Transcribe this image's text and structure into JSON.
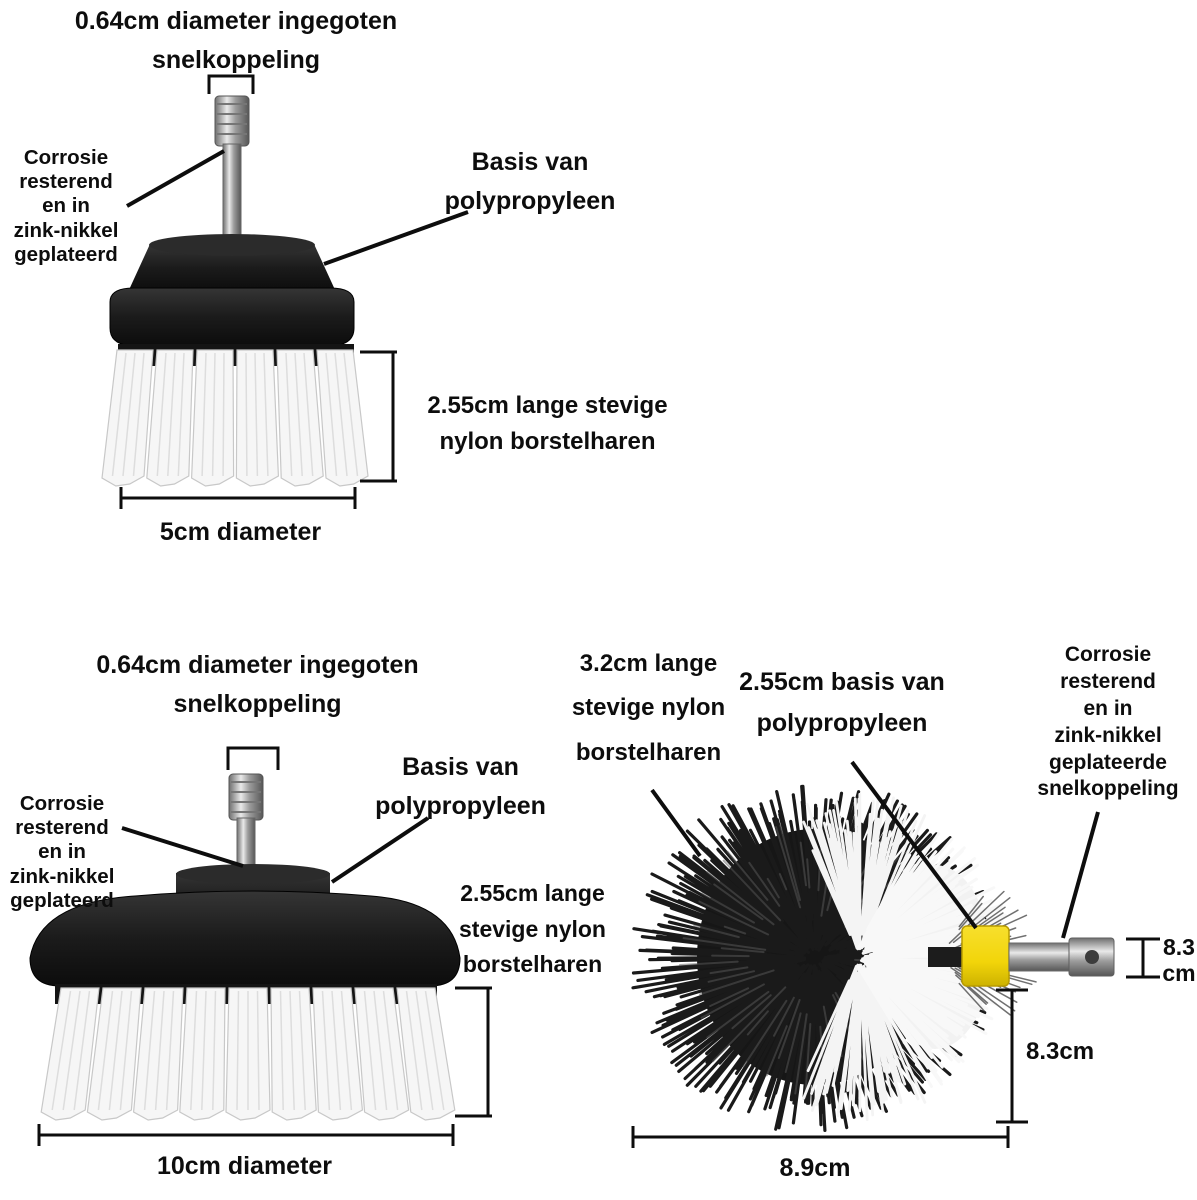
{
  "diagram": {
    "background_color": "#ffffff",
    "annotation_color": "#0d0d0d"
  },
  "top_brush": {
    "coupling_label": "0.64cm diameter ingegoten\nsnelkoppeling",
    "corrosion_label": "Corrosie\nresterend\nen in\nzink-nikkel\ngeplateerd",
    "base_label": "Basis van\npolypropyleen",
    "bristle_label": "2.55cm lange stevige\nnylon borstelharen",
    "diameter_label": "5cm diameter"
  },
  "bottom_left_brush": {
    "coupling_label": "0.64cm diameter ingegoten\nsnelkoppeling",
    "corrosion_label": "Corrosie\nresterend\nen in\nzink-nikkel\ngeplateerd",
    "base_label": "Basis van\npolypropyleen",
    "bristle_label": "2.55cm lange\nstevige nylon\nborstelharen",
    "diameter_label": "10cm diameter"
  },
  "bottom_right_brush": {
    "bristle_label": "3.2cm lange\nstevige nylon\nborstelharen",
    "base_label": "2.55cm basis van\npolypropyleen",
    "corrosion_label": "Corrosie\nresterend\nen in\nzink-nikkel\ngeplateerde\nsnelkoppeling",
    "shank_measure_label": "8.3\ncm",
    "height_measure_label": "8.3cm",
    "width_measure_label": "8.9cm"
  },
  "colors": {
    "bristle_white": "#f6f6f6",
    "brush_body_black": "#1a1a1a",
    "collar_yellow": "#f2d50a",
    "metal_gray": "#9a9a9a"
  }
}
